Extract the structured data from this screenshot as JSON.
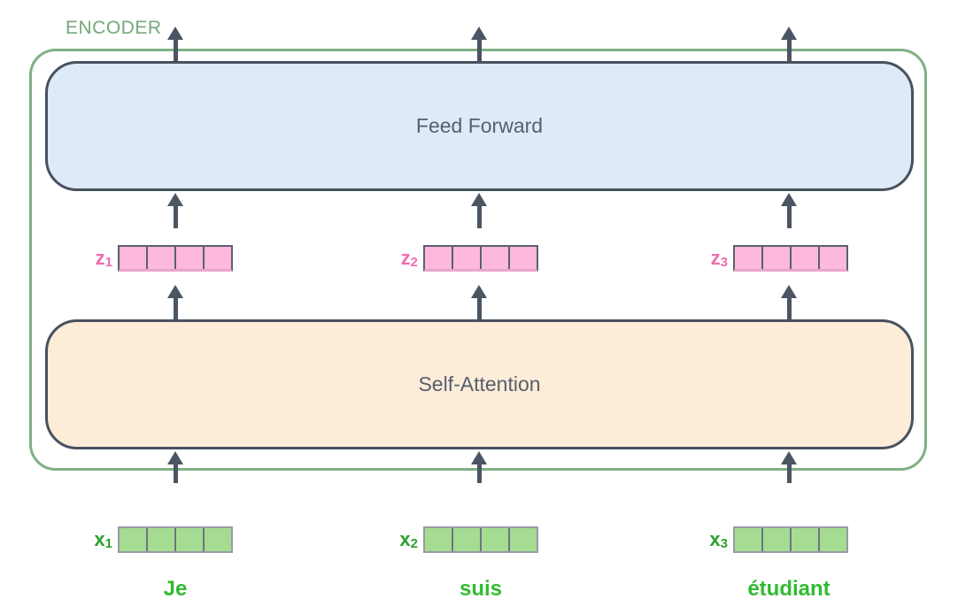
{
  "encoder": {
    "label": "ENCODER",
    "feed_forward_label": "Feed Forward",
    "self_attention_label": "Self-Attention"
  },
  "z_vectors": [
    {
      "base": "z",
      "sub": "1"
    },
    {
      "base": "z",
      "sub": "2"
    },
    {
      "base": "z",
      "sub": "3"
    }
  ],
  "x_vectors": [
    {
      "base": "x",
      "sub": "1"
    },
    {
      "base": "x",
      "sub": "2"
    },
    {
      "base": "x",
      "sub": "3"
    }
  ],
  "tokens": [
    {
      "word": "Je"
    },
    {
      "word": "suis"
    },
    {
      "word": "étudiant"
    }
  ],
  "cells_per_vector": 4,
  "colors": {
    "encoder-border": "#7eb084",
    "encoder-label": "#74a87c",
    "block-border": "#47515f",
    "feed-forward-fill": "#dfeaf8",
    "self-attention-fill": "#fdecd8",
    "block-text": "#555f6d",
    "z-label": "#f06cae",
    "z-cell-fill": "#ffb8dd",
    "x-label": "#2ca02c",
    "x-cell-fill": "#a6dc92",
    "token-text": "#32bb32",
    "arrow": "#4b5563"
  }
}
